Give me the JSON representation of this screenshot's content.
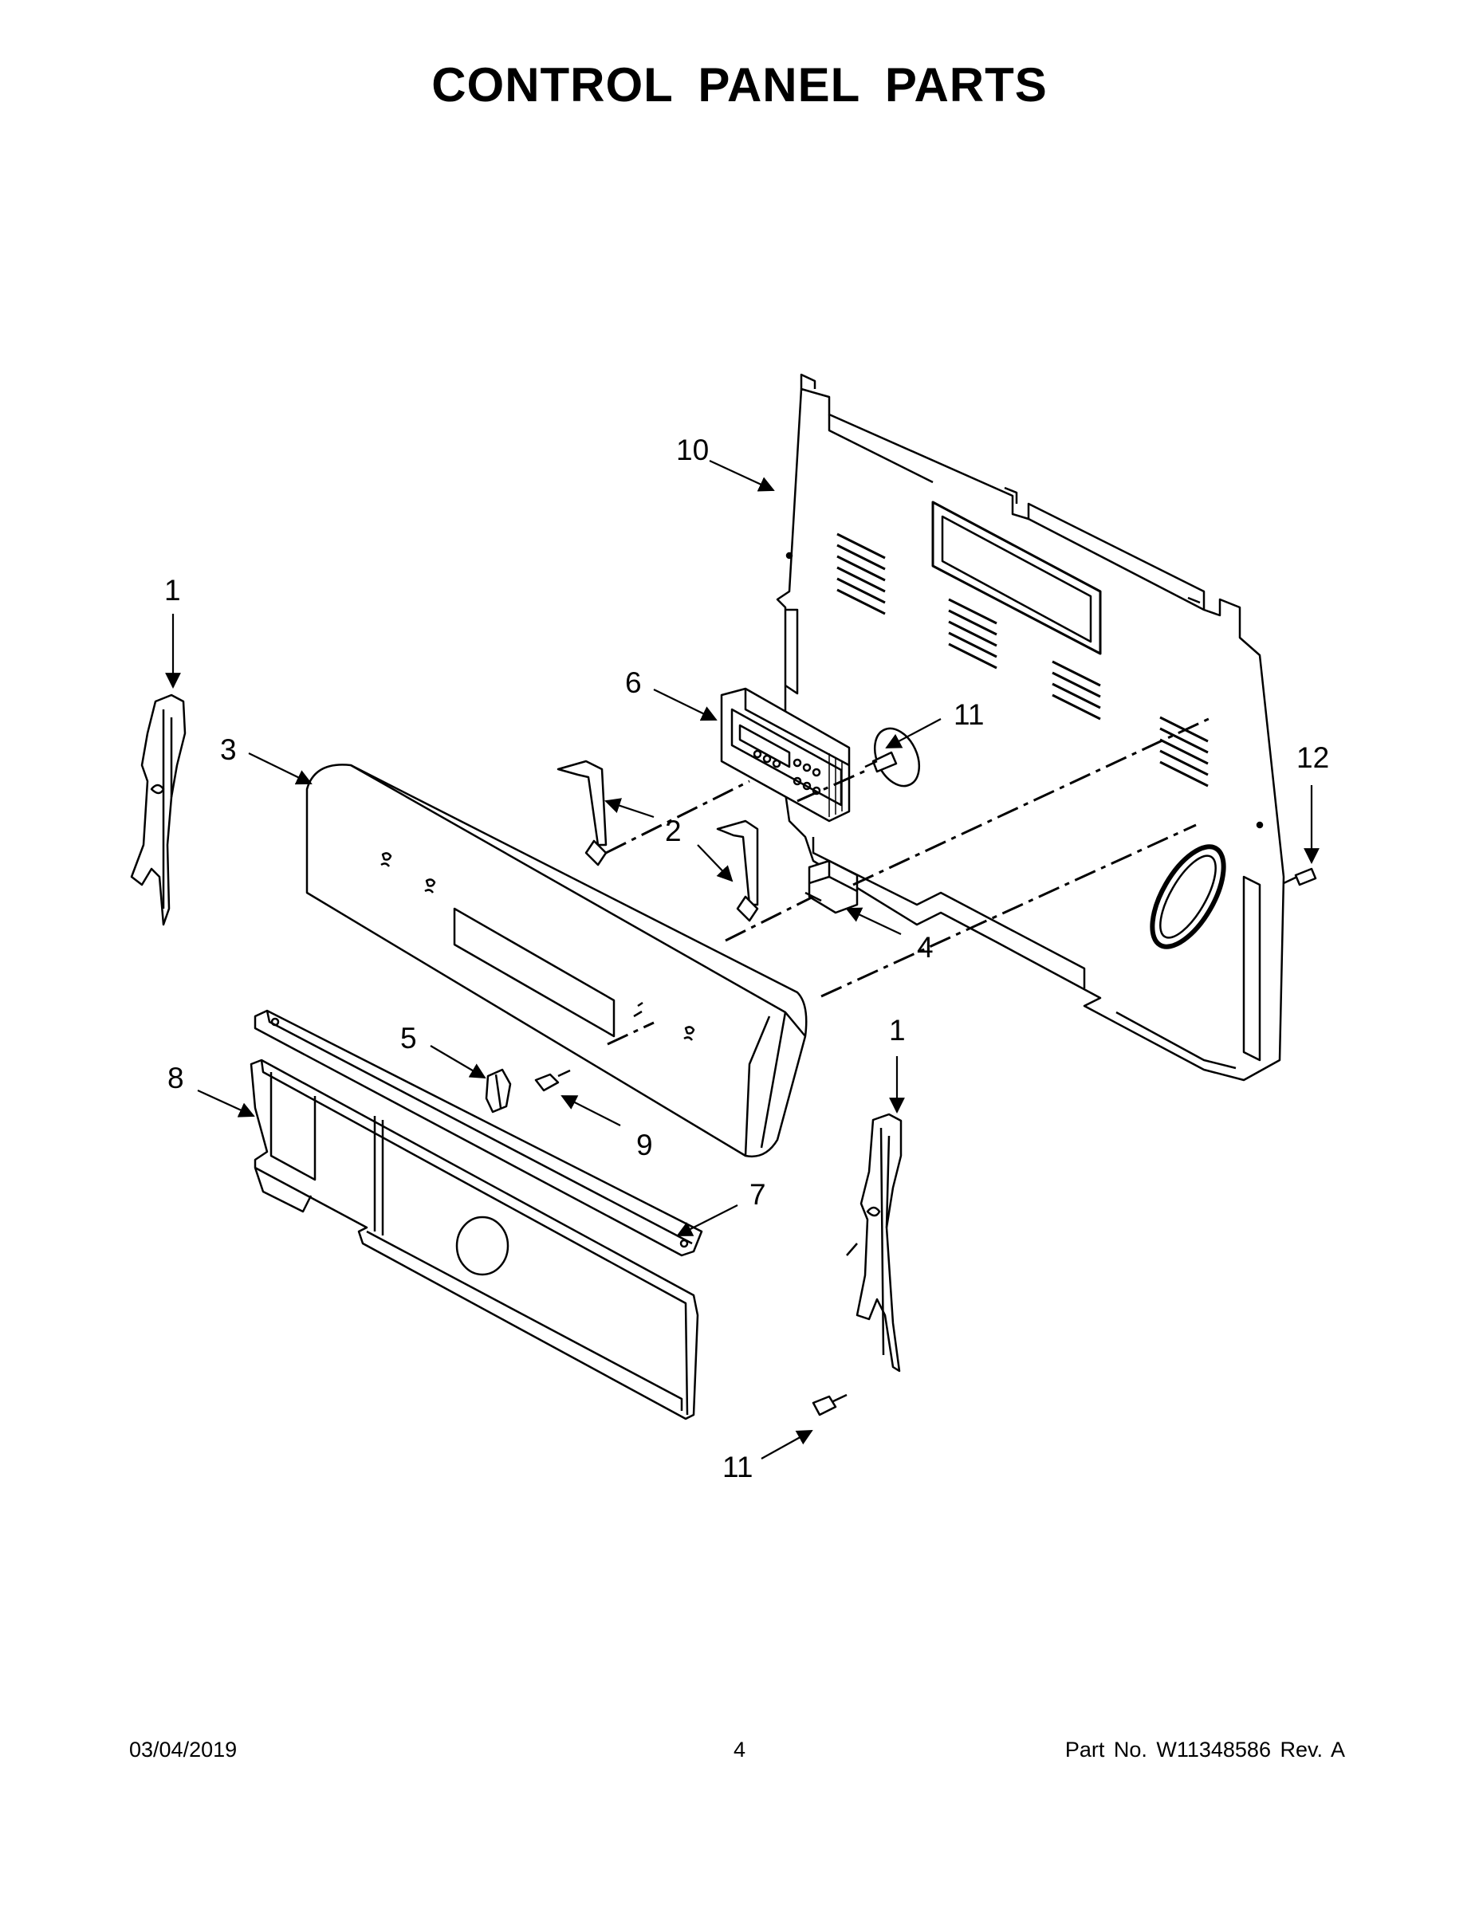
{
  "title": "CONTROL PANEL PARTS",
  "callouts": {
    "rear_panel": "10",
    "end_cap_left": "1",
    "end_cap_right": "1",
    "console": "3",
    "control_board": "6",
    "screw_board": "11",
    "bracket": "2",
    "screw_right": "12",
    "switch": "4",
    "knob": "5",
    "bumper": "9",
    "trim": "7",
    "manifold_panel": "8",
    "screw_bottom": "11"
  },
  "footer": {
    "date": "03/04/2019",
    "page": "4",
    "part_no": "Part No.  W11348586  Rev.  A"
  }
}
